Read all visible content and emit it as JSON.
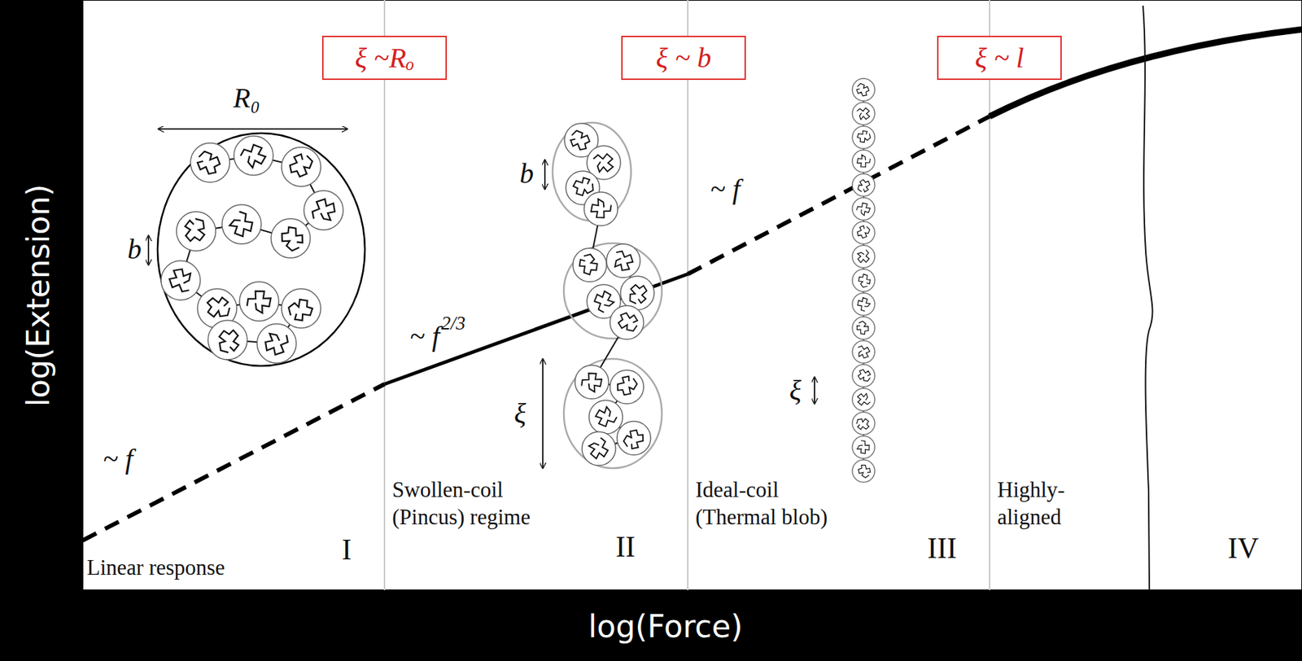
{
  "diagram": {
    "nodes": [
      {
        "text": [
          "ξ ~Rₒ"
        ]
      },
      {
        "text": [
          "ξ ~ b"
        ]
      },
      {
        "text": [
          "ξ ~ l"
        ]
      }
    ],
    "labels": [
      "R₀",
      "b",
      "~ f",
      "~ f",
      "2/3",
      "b",
      "ξ",
      "~ f",
      "ξ",
      "Linear response",
      "I",
      "Swollen-coil (Pincus) regime",
      "II",
      "Ideal-coil (Thermal blob)",
      "III",
      "Highly- aligned",
      "IV",
      "log(Extension)",
      "log(Force)"
    ]
  }
}
